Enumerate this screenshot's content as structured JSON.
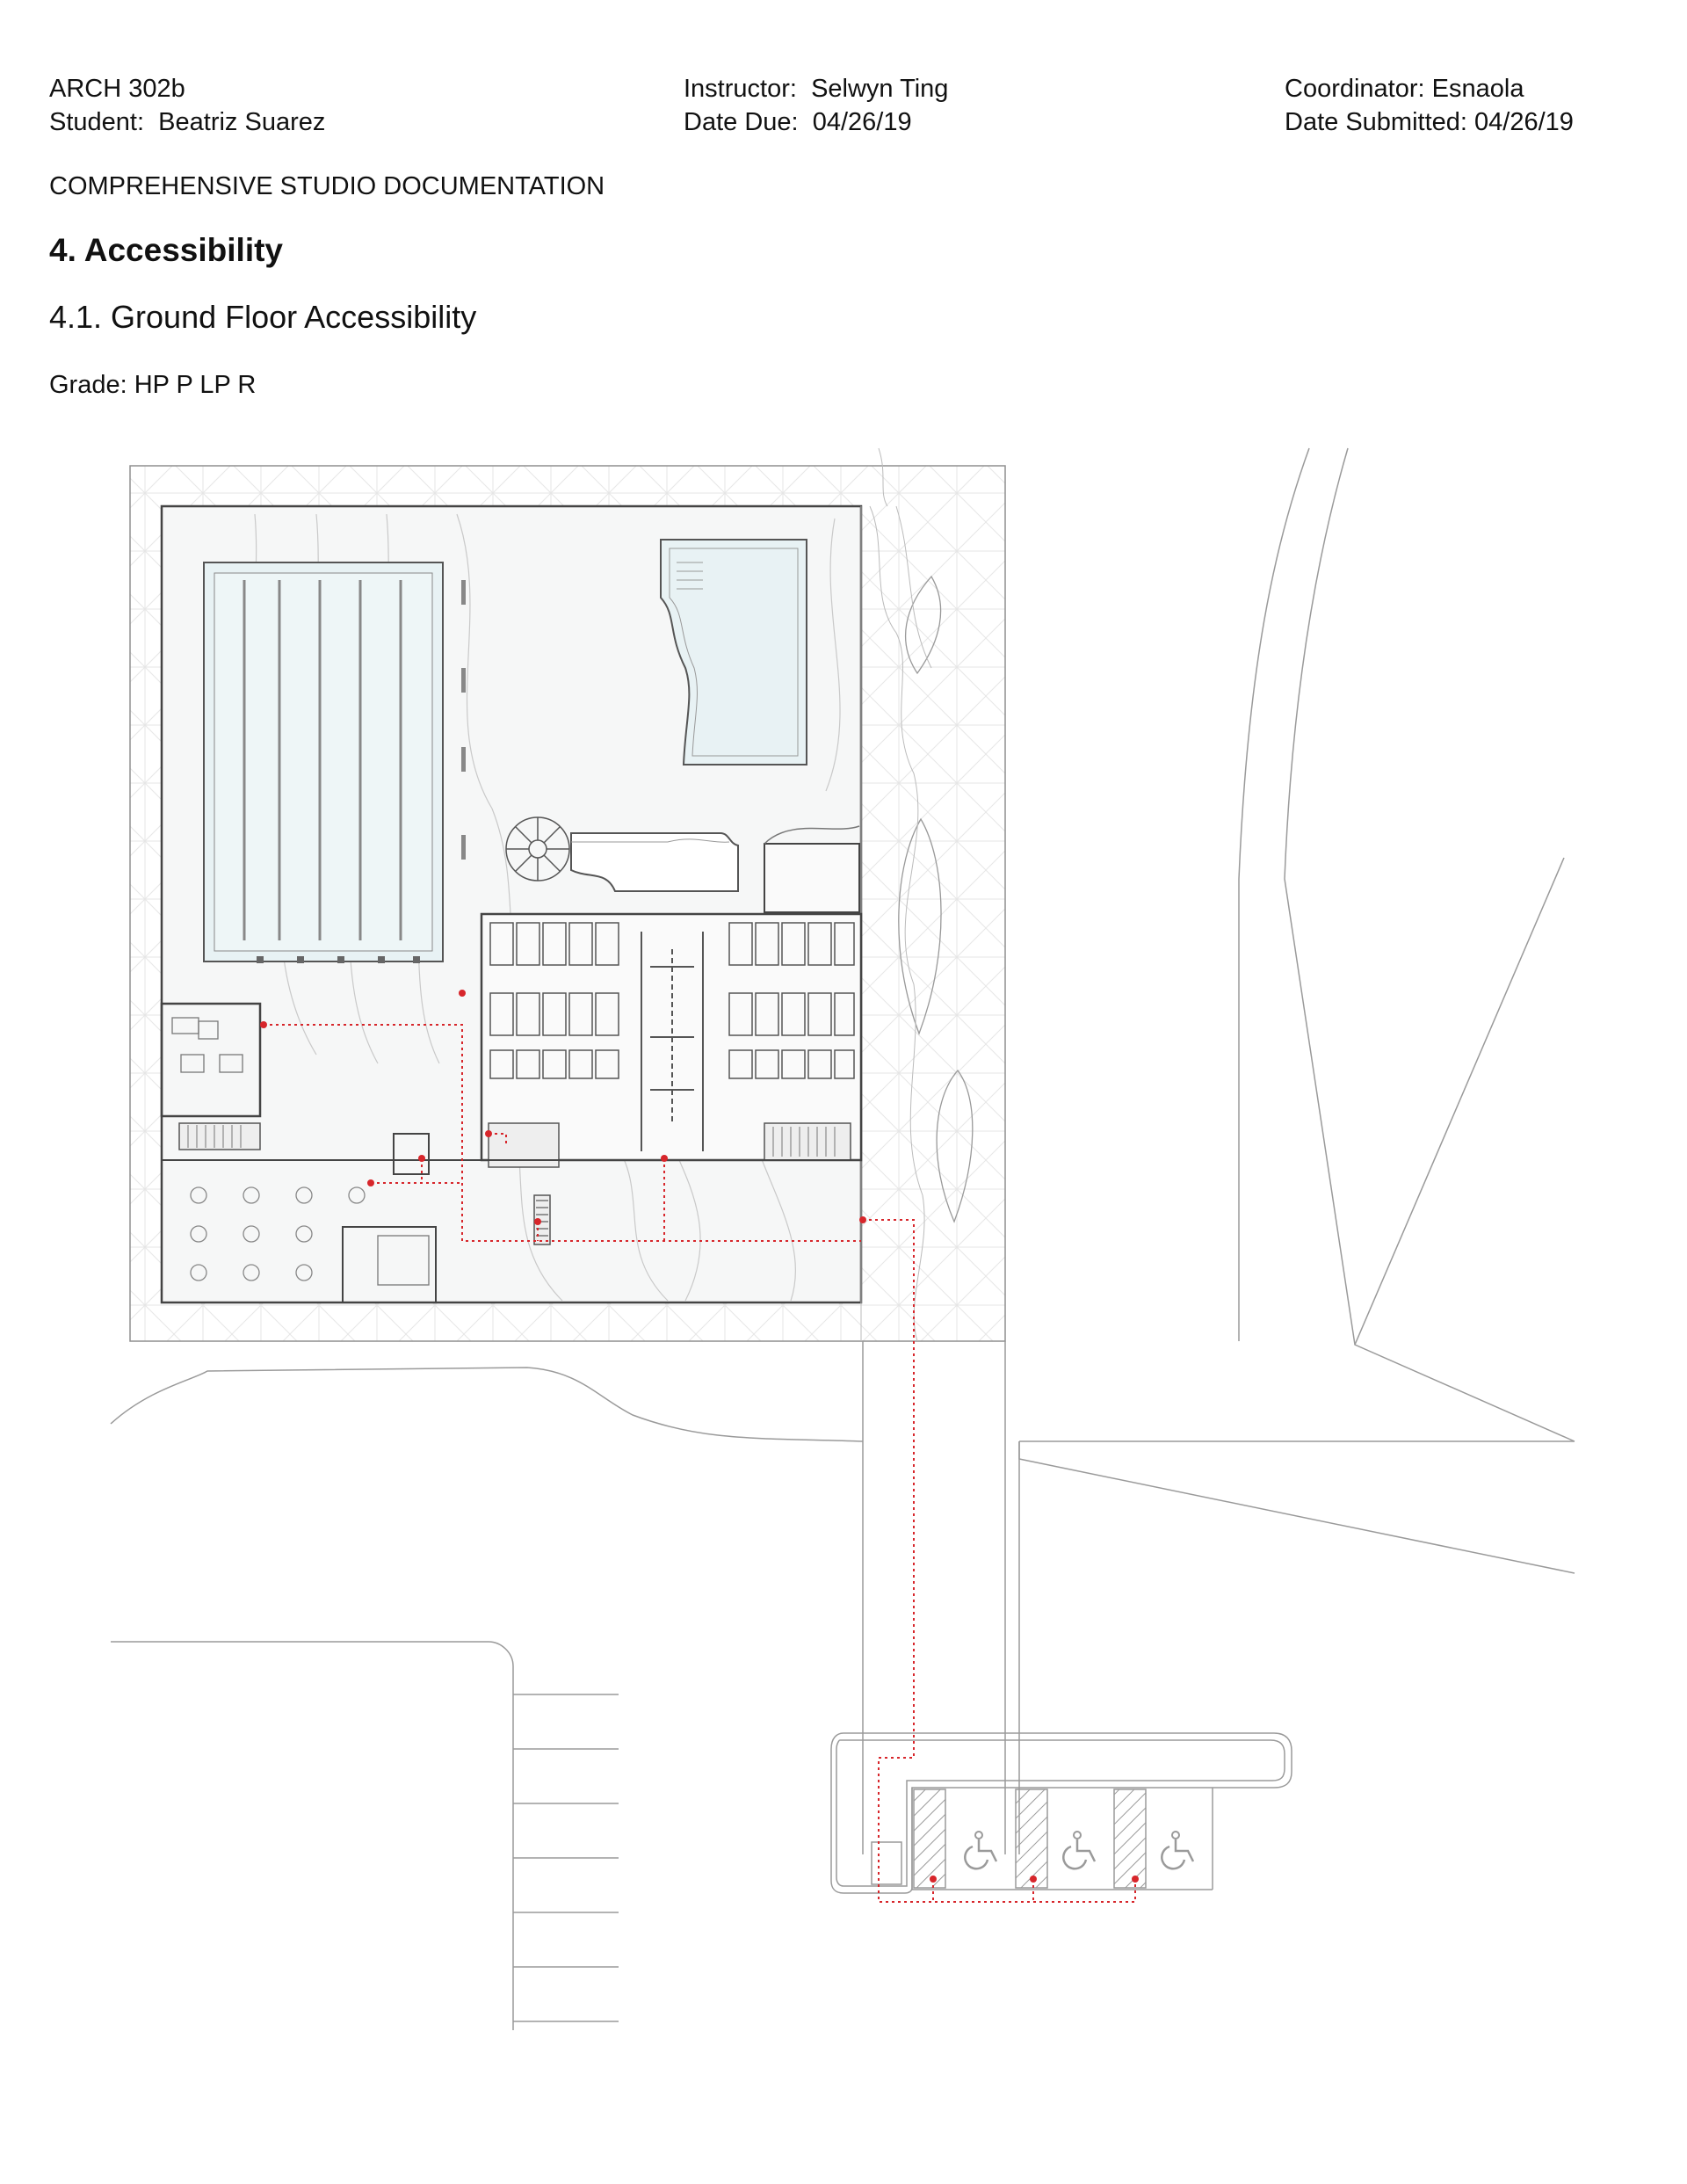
{
  "header": {
    "course": "ARCH 302b",
    "student_label": "Student:",
    "student_name": "Beatriz Suarez",
    "instructor_label": "Instructor:",
    "instructor_name": "Selwyn Ting",
    "date_due_label": "Date Due:",
    "date_due": "04/26/19",
    "coordinator_label": "Coordinator:",
    "coordinator_name": "Esnaola",
    "date_submitted_label": "Date Submitted:",
    "date_submitted": "04/26/19"
  },
  "document_title": "COMPREHENSIVE STUDIO DOCUMENTATION",
  "section_title": "4. Accessibility",
  "subsection_title": "4.1. Ground Floor Accessibility",
  "grade_label": "Grade:",
  "grade_options": "HP P LP R",
  "drawing": {
    "accessible_route_color": "#d7262b",
    "line_color": "#9a9a9a",
    "pool_fill": "#e8f2f4",
    "symbol": "wheelchair-icon"
  }
}
